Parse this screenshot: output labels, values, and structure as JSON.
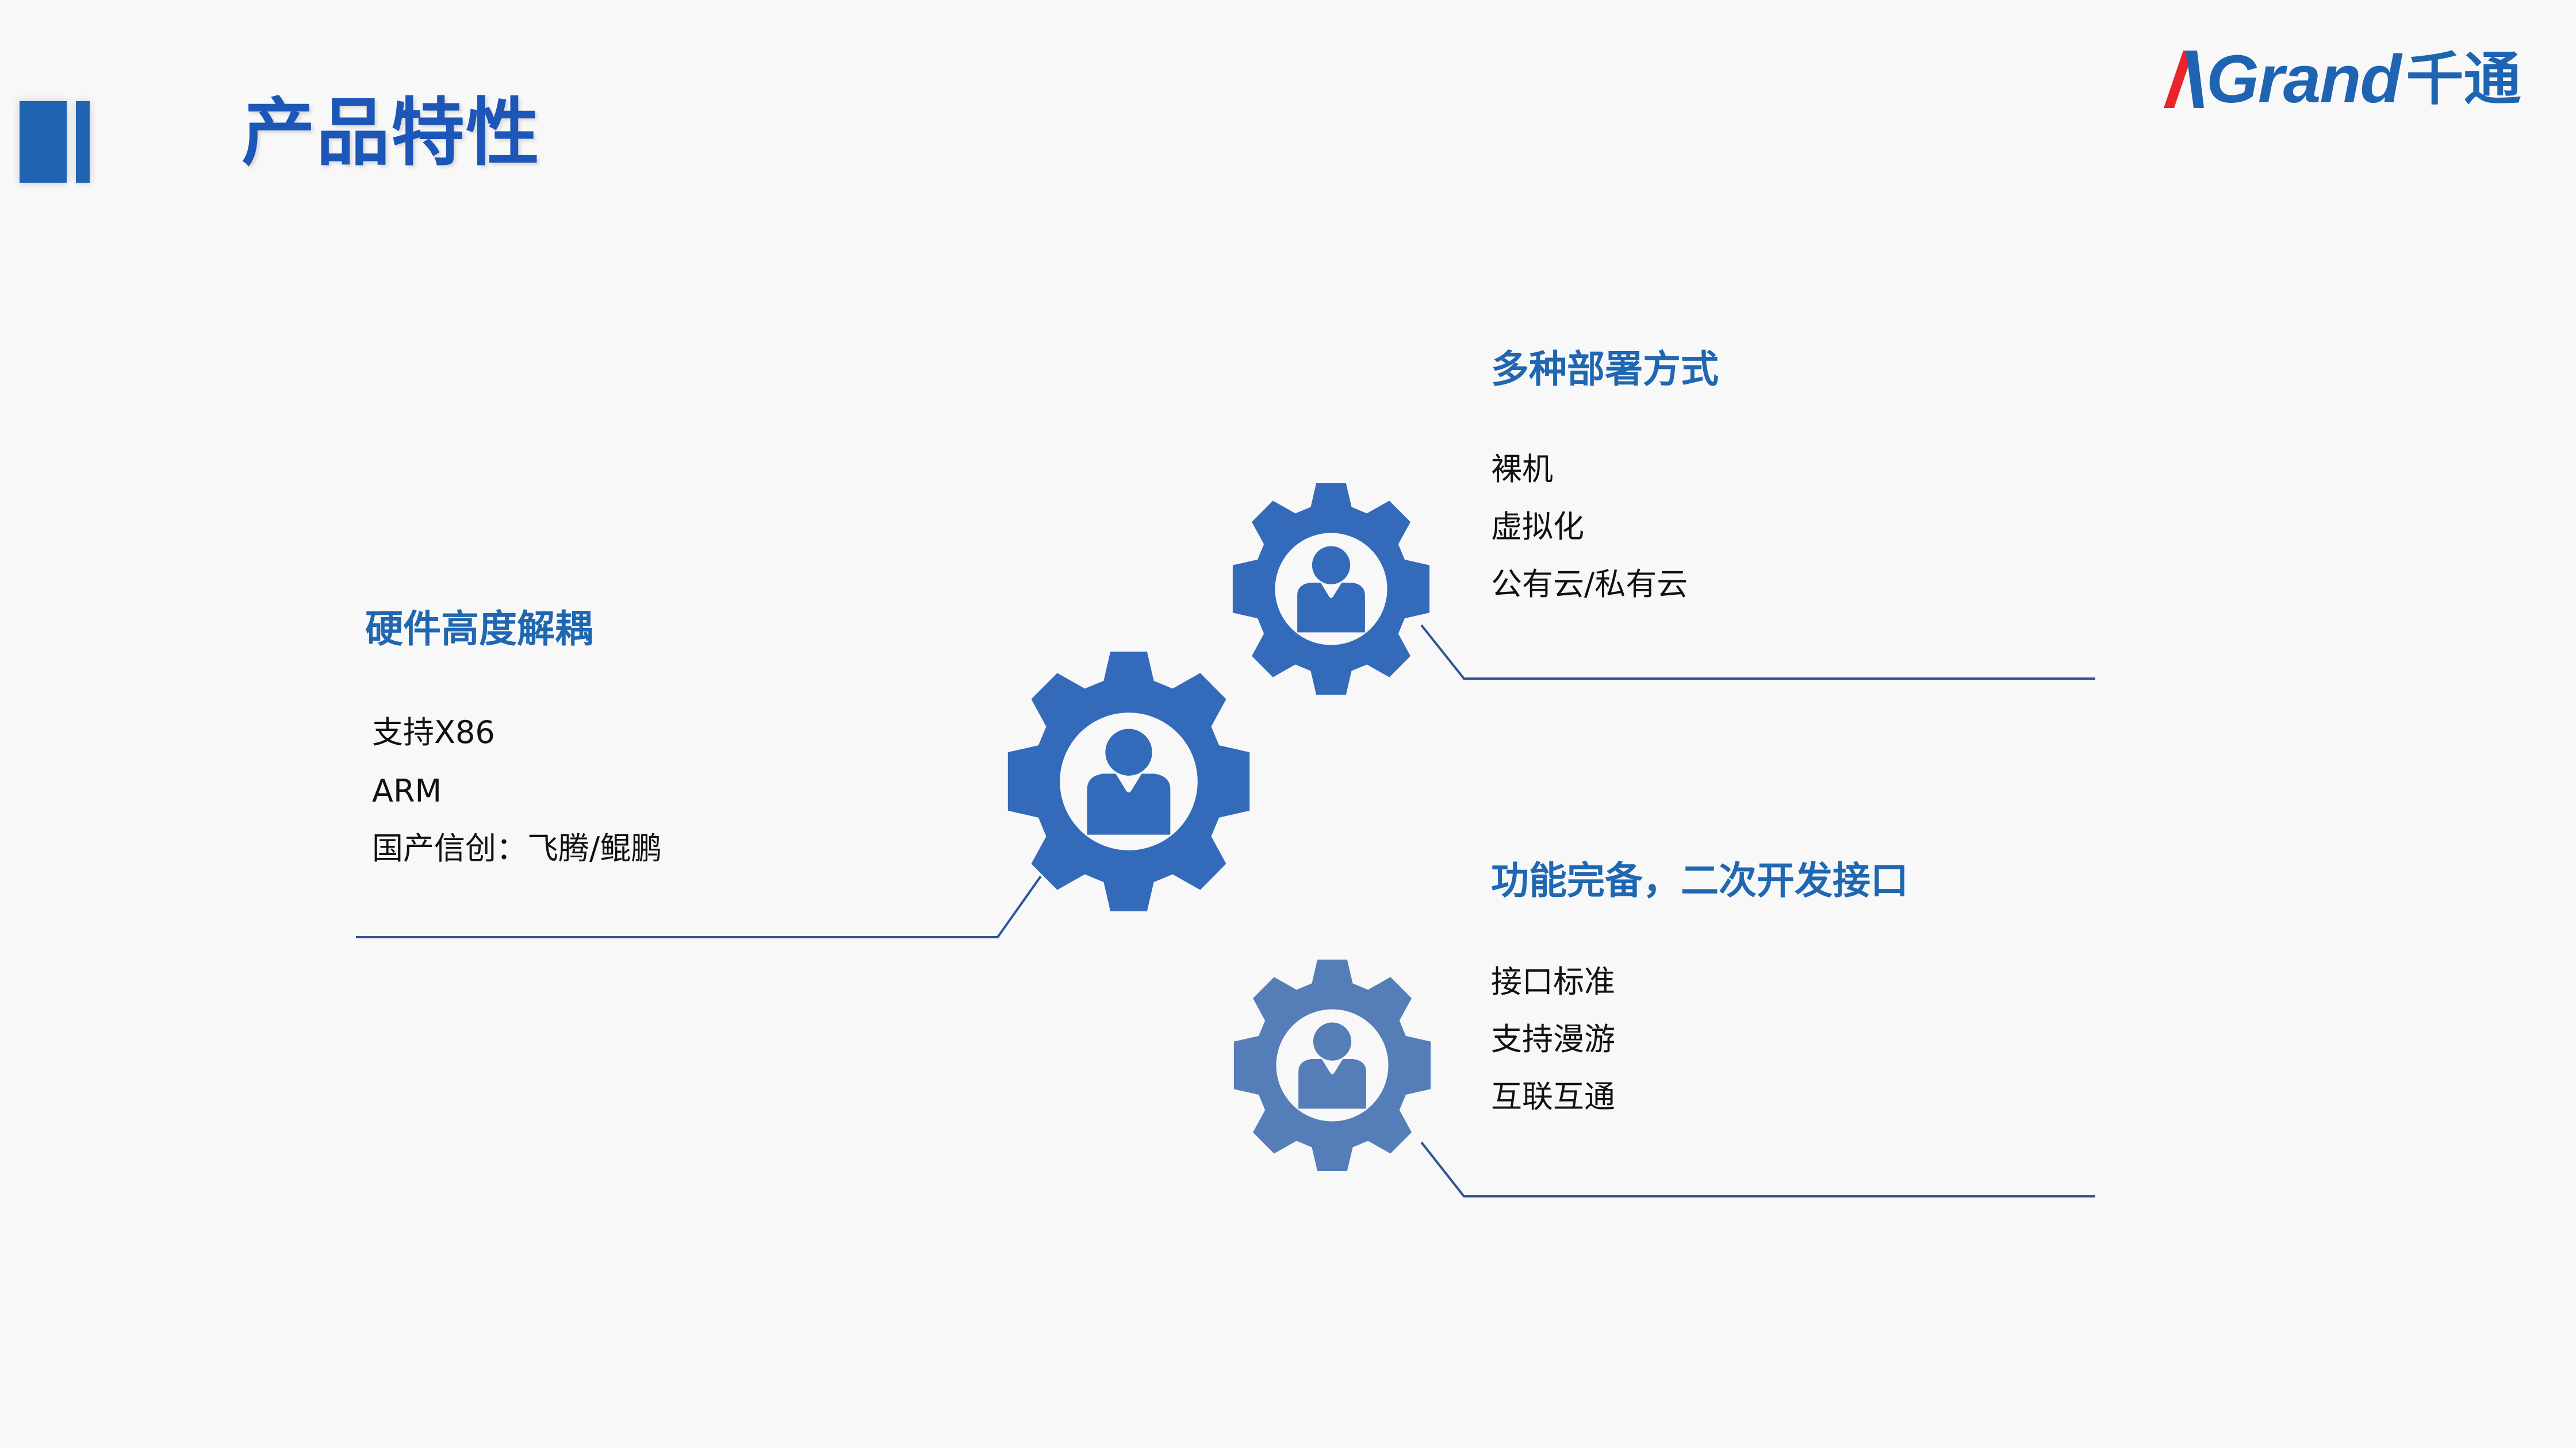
{
  "header": {
    "title": "产品特性",
    "logo": {
      "text_latin": "Grand",
      "text_cn": "千通",
      "accent_color": "#e8252a",
      "brand_color": "#1e64b2"
    }
  },
  "colors": {
    "background": "#f8f8f8",
    "primary_blue": "#336bba",
    "light_blue": "#557db8",
    "heading_blue": "#1f67b1",
    "line_blue": "#2f5597"
  },
  "features": [
    {
      "title": "硬件高度解耦",
      "items": [
        "支持X86",
        "ARM",
        "国产信创：飞腾/鲲鹏"
      ],
      "icon": "gear-user-icon"
    },
    {
      "title": "多种部署方式",
      "items": [
        "裸机",
        "虚拟化",
        "公有云/私有云"
      ],
      "icon": "gear-user-icon"
    },
    {
      "title": "功能完备，二次开发接口",
      "items": [
        "接口标准",
        "支持漫游",
        "互联互通"
      ],
      "icon": "gear-user-icon"
    }
  ]
}
